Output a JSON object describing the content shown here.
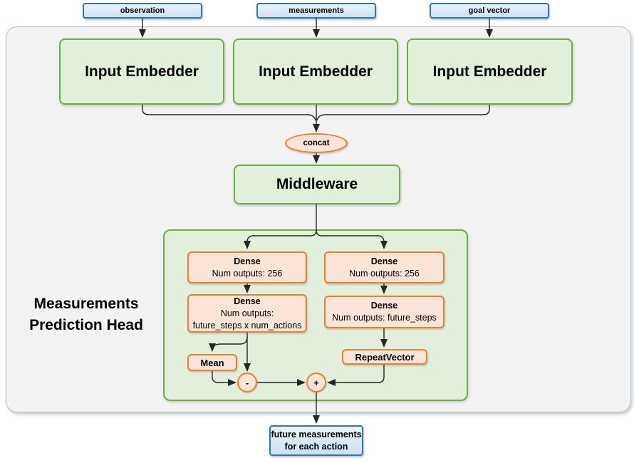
{
  "colors": {
    "green_border": "#70ad47",
    "green_fill": "#e2efda",
    "orange_border": "#ed7d31",
    "orange_fill": "#fce4d6",
    "blue_border": "#2e75b6",
    "blue_fill_top": "#eaf3fb",
    "blue_fill_bottom": "#cde0f2",
    "panel_fill": "#f2f2f2",
    "panel_border": "#bfbfbf",
    "line_color": "#262626"
  },
  "diagram": {
    "inputs": [
      {
        "label": "observation"
      },
      {
        "label": "measurements"
      },
      {
        "label": "goal vector"
      }
    ],
    "embedders": [
      {
        "label": "Input Embedder"
      },
      {
        "label": "Input Embedder"
      },
      {
        "label": "Input Embedder"
      }
    ],
    "concat": {
      "label": "concat"
    },
    "middleware": {
      "label": "Middleware"
    },
    "head": {
      "title_line1": "Measurements",
      "title_line2": "Prediction Head",
      "dense_left_top": {
        "title": "Dense",
        "line2": "Num outputs: 256"
      },
      "dense_left_bottom": {
        "title": "Dense",
        "line2": "Num outputs:",
        "line3": "future_steps x num_actions"
      },
      "dense_right_top": {
        "title": "Dense",
        "line2": "Num outputs: 256"
      },
      "dense_right_bottom": {
        "title": "Dense",
        "line2": "Num outputs: future_steps"
      },
      "mean": {
        "label": "Mean"
      },
      "repeat_vector": {
        "label": "RepeatVector"
      },
      "minus": {
        "label": "-"
      },
      "plus": {
        "label": "+"
      }
    },
    "output": {
      "line1": "future measurements",
      "line2": "for each action"
    }
  }
}
